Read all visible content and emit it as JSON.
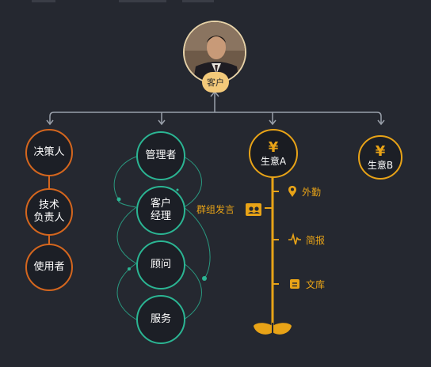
{
  "colors": {
    "background": "#252830",
    "connector": "#9aa0aa",
    "orange_ring": "#d4661e",
    "teal_ring": "#2bb593",
    "gold_accent": "#e8a317",
    "avatar_badge": "#f3c97a"
  },
  "root": {
    "label": "客户",
    "icon": "person-photo"
  },
  "decision_chain": [
    {
      "label": "决策人"
    },
    {
      "label": "技术\n负责人"
    },
    {
      "label": "使用者"
    }
  ],
  "service_chain": [
    {
      "label": "管理者"
    },
    {
      "label": "客户\n经理"
    },
    {
      "label": "顾问"
    },
    {
      "label": "服务"
    }
  ],
  "business_a": {
    "currency_icon": "¥",
    "label": "生意A",
    "group_message": {
      "label": "群组发言",
      "icon": "group-chat-icon"
    },
    "branches": [
      {
        "label": "外勤",
        "icon": "location-pin-icon"
      },
      {
        "label": "简报",
        "icon": "pulse-icon"
      },
      {
        "label": "文库",
        "icon": "document-icon"
      }
    ],
    "base_icon": "sprout-leaves-icon"
  },
  "business_b": {
    "currency_icon": "¥",
    "label": "生意B"
  }
}
